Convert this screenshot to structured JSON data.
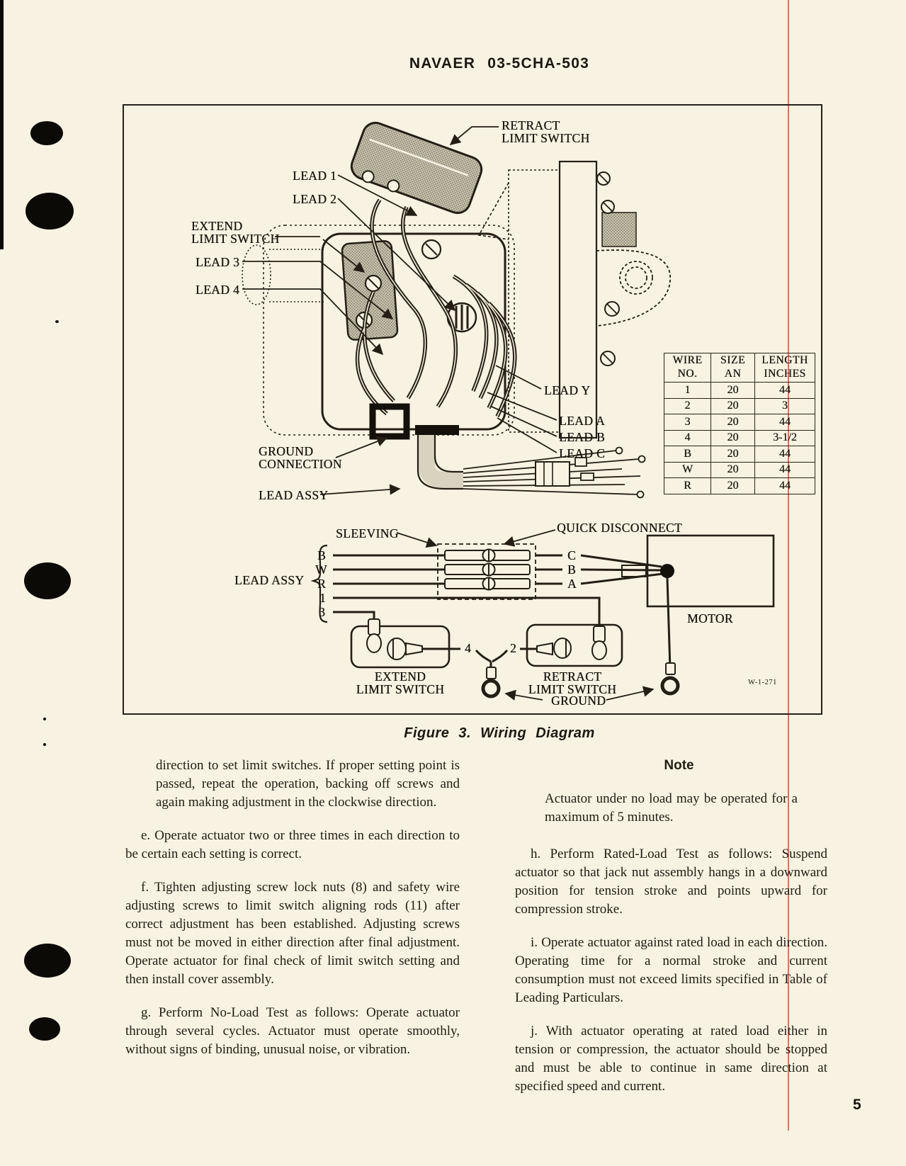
{
  "page": {
    "header": "NAVAER 03-5CHA-503",
    "page_number": "5"
  },
  "figure": {
    "caption": "Figure 3.  Wiring Diagram",
    "labels": {
      "retract_upper_1": "RETRACT",
      "retract_upper_2": "LIMIT SWITCH",
      "lead1": "LEAD 1",
      "lead2": "LEAD 2",
      "extend_upper_1": "EXTEND",
      "extend_upper_2": "LIMIT SWITCH",
      "lead3": "LEAD 3",
      "lead4": "LEAD 4",
      "lead_y": "LEAD Y",
      "lead_a": "LEAD A",
      "lead_b": "LEAD B",
      "lead_c": "LEAD C",
      "ground_connection_1": "GROUND",
      "ground_connection_2": "CONNECTION",
      "lead_assy_upper": "LEAD ASSY",
      "sleeving": "SLEEVING",
      "quick_disconnect": "QUICK DISCONNECT",
      "lead_assy_lower": "LEAD ASSY",
      "wire_b": "B",
      "wire_w": "W",
      "wire_r": "R",
      "wire_1": "1",
      "wire_3": "3",
      "term_c": "C",
      "term_b": "B",
      "term_a": "A",
      "num_4": "4",
      "num_2": "2",
      "motor": "MOTOR",
      "extend_lower_1": "EXTEND",
      "extend_lower_2": "LIMIT SWITCH",
      "retract_lower_1": "RETRACT",
      "retract_lower_2": "LIMIT SWITCH",
      "ground": "GROUND",
      "drawing_number": "W-1-271"
    },
    "wire_table": {
      "headers": [
        [
          "WIRE",
          "NO."
        ],
        [
          "SIZE",
          "AN"
        ],
        [
          "LENGTH",
          "INCHES"
        ]
      ],
      "rows": [
        [
          "1",
          "20",
          "44"
        ],
        [
          "2",
          "20",
          "3"
        ],
        [
          "3",
          "20",
          "44"
        ],
        [
          "4",
          "20",
          "3-1/2"
        ],
        [
          "B",
          "20",
          "44"
        ],
        [
          "W",
          "20",
          "44"
        ],
        [
          "R",
          "20",
          "44"
        ]
      ]
    }
  },
  "body": {
    "left": {
      "para_cont": "direction to set limit switches. If proper setting point is passed, repeat the operation, backing off screws and again making adjustment in the clockwise direction.",
      "para_e": "e. Operate actuator two or three times in each direction to be certain each setting is correct.",
      "para_f": "f. Tighten adjusting screw lock nuts (8) and safety wire adjusting screws to limit switch aligning rods (11) after correct adjustment has been established. Adjusting screws must not be moved in either direction after final adjustment. Operate actuator for final check of limit switch setting and then install cover assembly.",
      "para_g": "g. Perform No-Load Test as follows: Operate actuator through several cycles. Actuator must operate smoothly, without signs of binding, unusual noise, or vibration."
    },
    "right": {
      "note_heading": "Note",
      "note_body": "Actuator under no load may be operated for a maximum of 5 minutes.",
      "para_h": "h. Perform Rated-Load Test as follows: Suspend actuator so that jack nut assembly hangs in a downward position for tension stroke and points upward for compression stroke.",
      "para_i": "i. Operate actuator against rated load in each direction. Operating time for a normal stroke and current consumption must not exceed limits specified in Table of Leading Particulars.",
      "para_j": "j. With actuator operating at rated load either in tension or compression, the actuator should be stopped and must be able to continue in same direction at specified speed and current."
    }
  }
}
